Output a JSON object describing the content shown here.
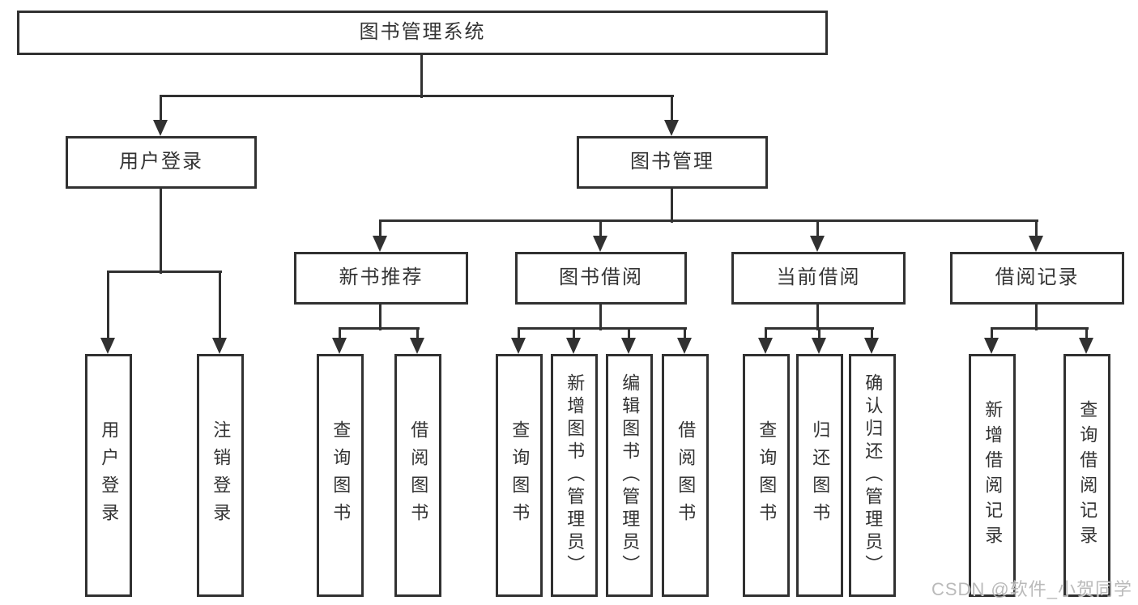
{
  "diagram": {
    "title": "图书管理系统",
    "nodes": [
      {
        "id": "root",
        "label": "图书管理系统",
        "parent": null
      },
      {
        "id": "user-login",
        "label": "用户登录",
        "parent": "root"
      },
      {
        "id": "book-mgmt",
        "label": "图书管理",
        "parent": "root"
      },
      {
        "id": "new-book-rec",
        "label": "新书推荐",
        "parent": "book-mgmt"
      },
      {
        "id": "book-borrow",
        "label": "图书借阅",
        "parent": "book-mgmt"
      },
      {
        "id": "current-borrow",
        "label": "当前借阅",
        "parent": "book-mgmt"
      },
      {
        "id": "borrow-records",
        "label": "借阅记录",
        "parent": "book-mgmt"
      },
      {
        "id": "leaf-user-login",
        "label": "用户登录",
        "parent": "user-login"
      },
      {
        "id": "leaf-logout",
        "label": "注销登录",
        "parent": "user-login"
      },
      {
        "id": "leaf-nr-query",
        "label": "查询图书",
        "parent": "new-book-rec"
      },
      {
        "id": "leaf-nr-borrow",
        "label": "借阅图书",
        "parent": "new-book-rec"
      },
      {
        "id": "leaf-bb-query",
        "label": "查询图书",
        "parent": "book-borrow"
      },
      {
        "id": "leaf-bb-add",
        "label": "新增图书（管理员）",
        "parent": "book-borrow"
      },
      {
        "id": "leaf-bb-edit",
        "label": "编辑图书（管理员）",
        "parent": "book-borrow"
      },
      {
        "id": "leaf-bb-borrow",
        "label": "借阅图书",
        "parent": "book-borrow"
      },
      {
        "id": "leaf-cb-query",
        "label": "查询图书",
        "parent": "current-borrow"
      },
      {
        "id": "leaf-cb-return",
        "label": "归还图书",
        "parent": "current-borrow"
      },
      {
        "id": "leaf-cb-confirm",
        "label": "确认归还（管理员）",
        "parent": "current-borrow"
      },
      {
        "id": "leaf-br-add",
        "label": "新增借阅记录",
        "parent": "borrow-records"
      },
      {
        "id": "leaf-br-query",
        "label": "查询借阅记录",
        "parent": "borrow-records"
      }
    ]
  },
  "watermark": {
    "text": "CSDN @软件_小贺同学"
  },
  "colors": {
    "line": "#313131",
    "box_border": "#313131",
    "text": "#333333",
    "background": "#ffffff",
    "watermark": "#b3b3b3"
  }
}
